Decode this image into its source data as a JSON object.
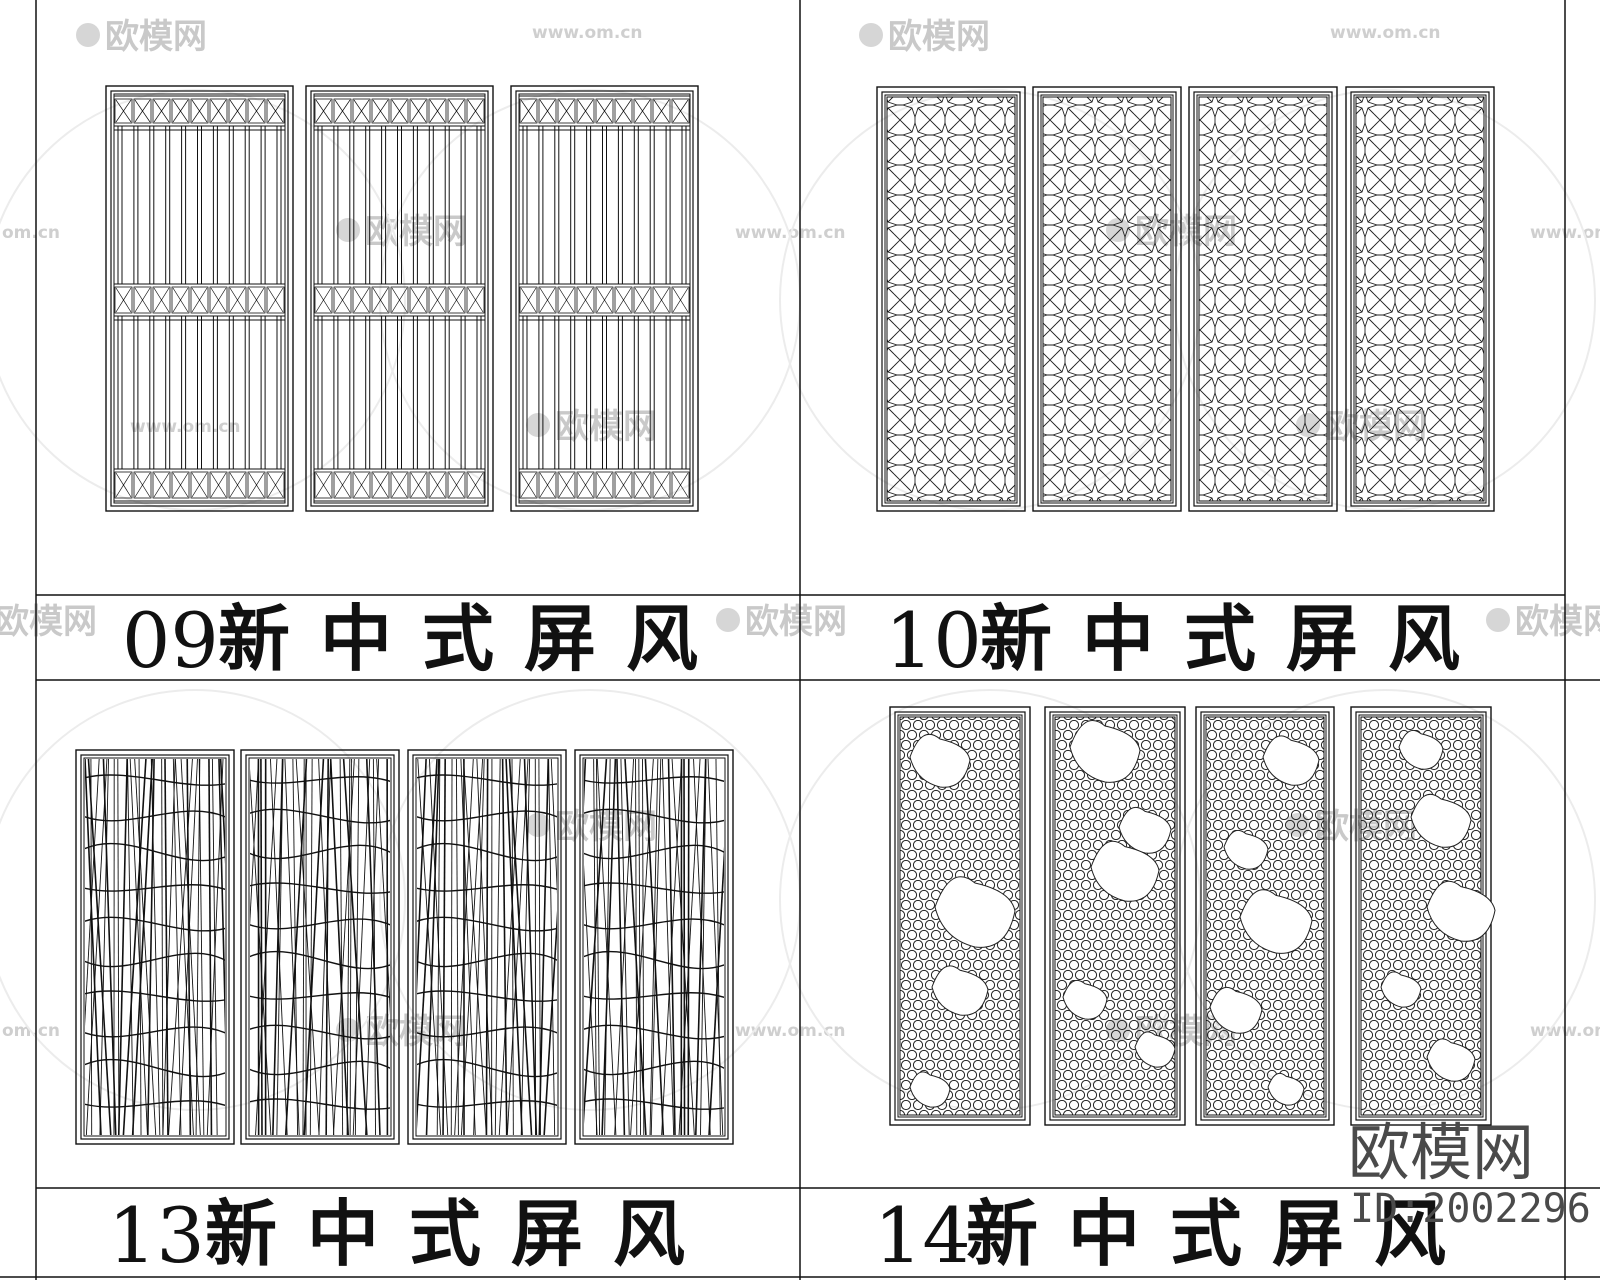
{
  "panels": [
    {
      "number": "09",
      "caption": "新中式屏风",
      "pattern": "lattice-grid",
      "leaves": 3
    },
    {
      "number": "10",
      "caption": "新中式屏风",
      "pattern": "star-mesh",
      "leaves": 4
    },
    {
      "number": "13",
      "caption": "新中式屏风",
      "pattern": "wavy-lines",
      "leaves": 4
    },
    {
      "number": "14",
      "caption": "新中式屏风",
      "pattern": "hex-dots-cutout",
      "leaves": 4
    }
  ],
  "watermark": {
    "logo_text": "欧模网",
    "url_text": "www.om.cn",
    "url_short": "om.cn"
  },
  "brand": {
    "name": "欧模网",
    "id": "ID:2002296"
  },
  "colors": {
    "line": "#111111",
    "watermark": "#c9c9c9",
    "brand": "#4a4a4a"
  }
}
